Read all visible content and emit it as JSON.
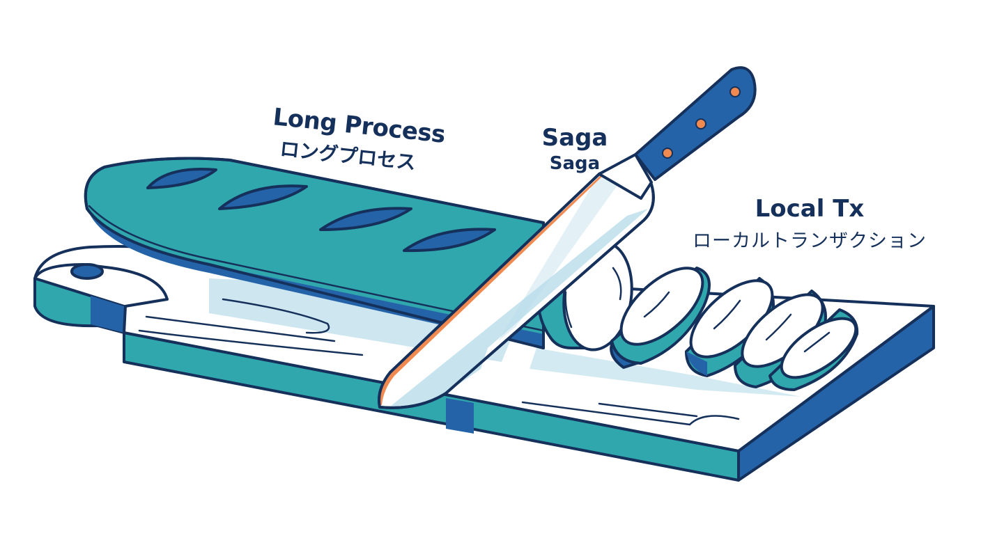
{
  "labels": {
    "long_process": {
      "en": "Long Process",
      "ja": "ロングプロセス"
    },
    "saga": {
      "en": "Saga",
      "ja": "Saga"
    },
    "local_tx": {
      "en": "Local Tx",
      "ja": "ローカルトランザクション"
    }
  },
  "colors": {
    "outline": "#15305a",
    "teal": "#2fa7ad",
    "blue": "#2463a8",
    "light_blue": "#b8dcea",
    "orange": "#f08a50",
    "white": "#ffffff"
  },
  "icons": [
    "baguette-icon",
    "knife-icon",
    "cutting-board-icon",
    "bread-slice-icon"
  ]
}
